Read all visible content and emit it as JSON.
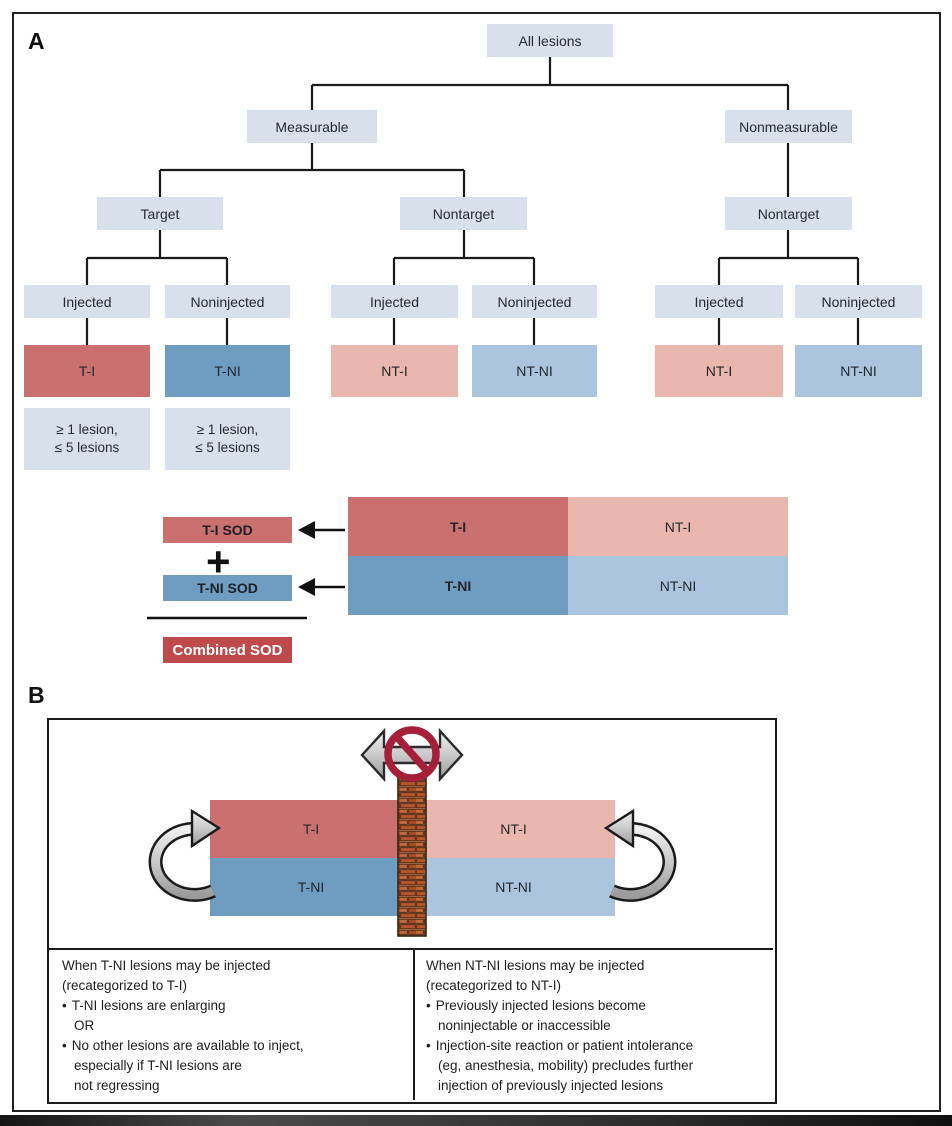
{
  "panels": {
    "a_label": "A",
    "b_label": "B"
  },
  "tree": {
    "root": "All lesions",
    "measurable": "Measurable",
    "nonmeasurable": "Nonmeasurable",
    "target": "Target",
    "nontarget_mid": "Nontarget",
    "nontarget_right": "Nontarget",
    "injected_1": "Injected",
    "noninjected_1": "Noninjected",
    "injected_2": "Injected",
    "noninjected_2": "Noninjected",
    "injected_3": "Injected",
    "noninjected_3": "Noninjected",
    "ti": "T-I",
    "tni": "T-NI",
    "nti_mid": "NT-I",
    "ntni_mid": "NT-NI",
    "nti_right": "NT-I",
    "ntni_right": "NT-NI",
    "note_line1": "≥ 1 lesion,",
    "note_line2": "≤ 5 lesions"
  },
  "sod": {
    "ti_sod": "T-I SOD",
    "plus": "+",
    "tni_sod": "T-NI SOD",
    "combined": "Combined SOD",
    "grid_ti": "T-I",
    "grid_nti": "NT-I",
    "grid_tni": "T-NI",
    "grid_ntni": "NT-NI"
  },
  "panel_b": {
    "grid_ti": "T-I",
    "grid_nti": "NT-I",
    "grid_tni": "T-NI",
    "grid_ntni": "NT-NI",
    "bullet": "•",
    "left": {
      "header1": "When T-NI lesions may be injected",
      "header2": "(recategorized to T-I)",
      "b1_l1": "T-NI lesions are enlarging",
      "b1_l2": "OR",
      "b2_l1": "No other lesions are available to inject,",
      "b2_l2": "especially if T-NI lesions are",
      "b2_l3": "not regressing"
    },
    "right": {
      "header1": "When NT-NI lesions may be injected",
      "header2": "(recategorized to NT-I)",
      "b1_l1": "Previously injected lesions become",
      "b1_l2": "noninjectable or inaccessible",
      "b2_l1": "Injection-site reaction or patient intolerance",
      "b2_l2": "(eg, anesthesia, mobility) precludes further",
      "b2_l3": "injection of previously injected lesions"
    }
  },
  "icons": {
    "no_entry": "no-entry-icon",
    "double_arrow": "double-arrow-icon",
    "brick_wall": "brick-wall-icon",
    "curved_arrow_left": "curved-arrow-left-icon",
    "curved_arrow_right": "curved-arrow-right-icon",
    "sum_arrows": "left-arrow-icon"
  },
  "colors": {
    "node_fill": "#d8e0ec",
    "ti_red": "#ca706e",
    "tni_blue": "#6f9dc2",
    "nti_pink": "#e9b7ad",
    "ntni_light_blue": "#abc5de",
    "combined_sod_red": "#bf4a4c",
    "prohibition_red": "#a61f38",
    "line_black": "#1a1a1a"
  }
}
